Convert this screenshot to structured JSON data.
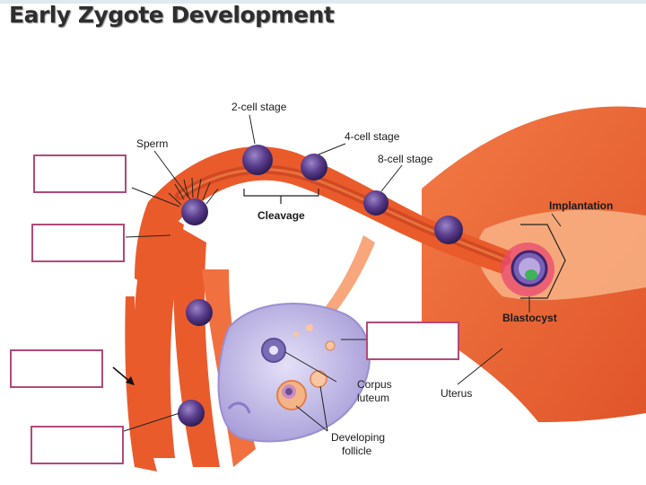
{
  "title": "Early Zygote Development",
  "labels": {
    "two_cell": "2-cell stage",
    "four_cell": "4-cell stage",
    "eight_cell": "8-cell stage",
    "sperm": "Sperm",
    "cleavage": "Cleavage",
    "implantation": "Implantation",
    "blastocyst": "Blastocyst",
    "corpus_luteum_1": "Corpus",
    "corpus_luteum_2": "luteum",
    "uterus": "Uterus",
    "developing_follicle_1": "Developing",
    "developing_follicle_2": "follicle"
  },
  "answer_boxes": [
    "",
    "",
    "",
    "",
    ""
  ],
  "colors": {
    "tube": "#ec5a2c",
    "tube_light": "#f5904f",
    "ovary": "#c9c2ec",
    "cell": "#5a3c8c",
    "box_border": "#b14a78"
  }
}
